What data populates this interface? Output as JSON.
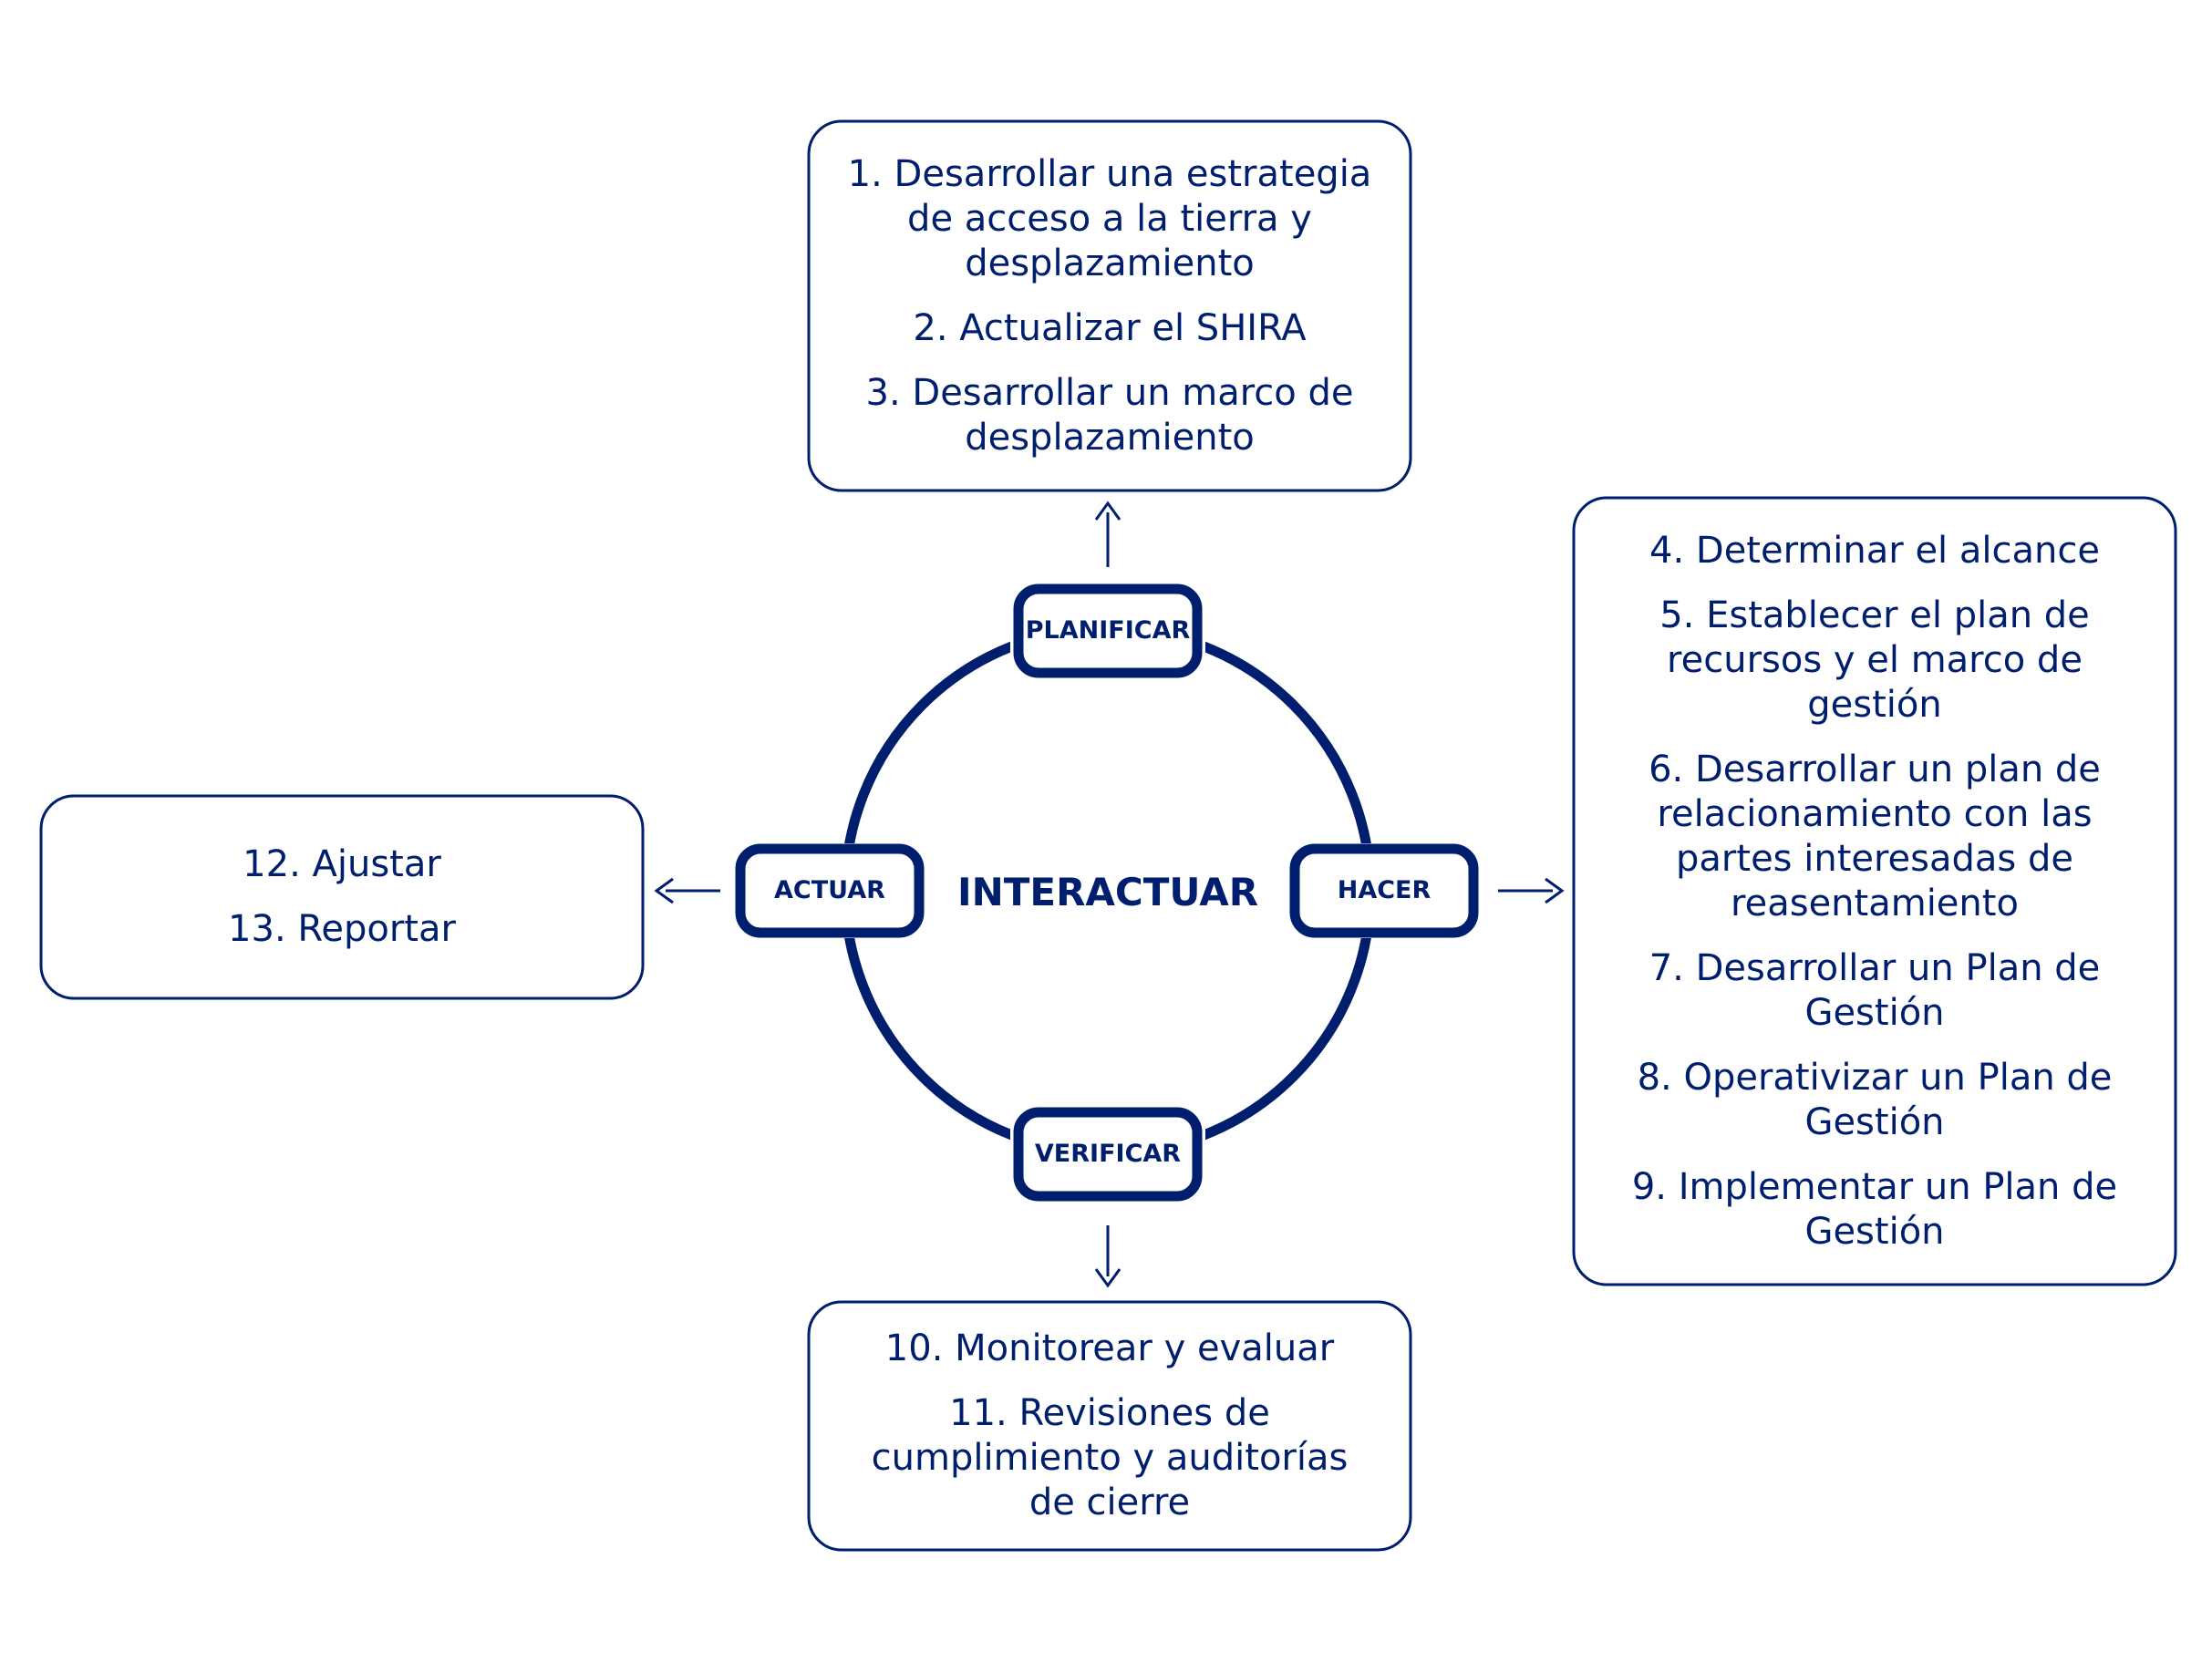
{
  "center": {
    "label": "INTERACTUAR"
  },
  "stages": {
    "plan": "PLANIFICAR",
    "do": "HACER",
    "check": "VERIFICAR",
    "act": "ACTUAR"
  },
  "boxes": {
    "top": {
      "lines": [
        "1. Desarrollar una estrategia de acceso a la tierra y desplazamiento",
        "2. Actualizar el SHIRA",
        "3. Desarrollar un marco de desplazamiento"
      ]
    },
    "right": {
      "lines": [
        "4. Determinar el alcance",
        "5. Establecer el plan de recursos y el marco de gestión",
        "6. Desarrollar un plan de relacionamiento con las partes interesadas de reasentamiento",
        "7. Desarrollar un Plan de Gestión",
        "8. Operativizar un Plan de Gestión",
        "9. Implementar un Plan de Gestión"
      ]
    },
    "bottom": {
      "lines": [
        "10. Monitorear y evaluar",
        "11. Revisiones de cumplimiento y auditorías de cierre"
      ]
    },
    "left": {
      "lines": [
        "12. Ajustar",
        "13. Reportar"
      ]
    }
  },
  "colors": {
    "primary": "#001e6e",
    "background": "#ffffff"
  }
}
